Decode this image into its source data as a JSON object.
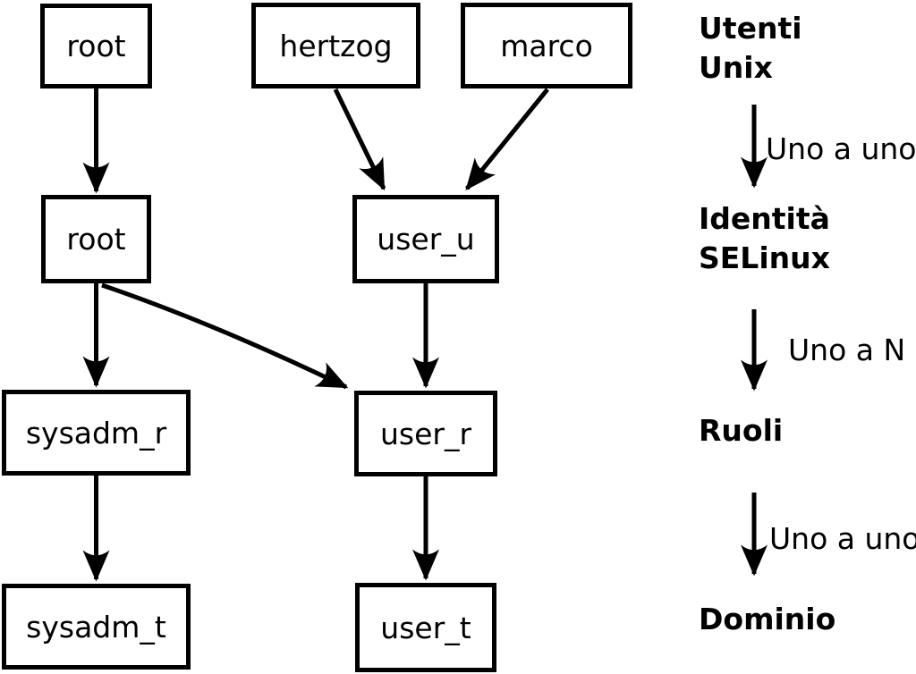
{
  "diagram": {
    "background": "#ffffff",
    "foreground": "#000000",
    "nodes": [
      {
        "id": "root_unix",
        "label": "root",
        "level": "Utenti Unix"
      },
      {
        "id": "hertzog",
        "label": "hertzog",
        "level": "Utenti Unix"
      },
      {
        "id": "marco",
        "label": "marco",
        "level": "Utenti Unix"
      },
      {
        "id": "root_selinux",
        "label": "root",
        "level": "Identità SELinux"
      },
      {
        "id": "user_u",
        "label": "user_u",
        "level": "Identità SELinux"
      },
      {
        "id": "sysadm_r",
        "label": "sysadm_r",
        "level": "Ruoli"
      },
      {
        "id": "user_r",
        "label": "user_r",
        "level": "Ruoli"
      },
      {
        "id": "sysadm_t",
        "label": "sysadm_t",
        "level": "Dominio"
      },
      {
        "id": "user_t",
        "label": "user_t",
        "level": "Dominio"
      }
    ],
    "edges": [
      {
        "from": "root_unix",
        "to": "root_selinux"
      },
      {
        "from": "hertzog",
        "to": "user_u"
      },
      {
        "from": "marco",
        "to": "user_u"
      },
      {
        "from": "root_selinux",
        "to": "sysadm_r"
      },
      {
        "from": "root_selinux",
        "to": "user_r"
      },
      {
        "from": "user_u",
        "to": "user_r"
      },
      {
        "from": "sysadm_r",
        "to": "sysadm_t"
      },
      {
        "from": "user_r",
        "to": "user_t"
      }
    ],
    "legend": {
      "sections": [
        {
          "lines": [
            "Utenti",
            "Unix"
          ]
        },
        {
          "lines": [
            "Identità",
            "SELinux"
          ]
        },
        {
          "lines": [
            "Ruoli"
          ]
        },
        {
          "lines": [
            "Dominio"
          ]
        }
      ],
      "relations": [
        {
          "label": "Uno a uno"
        },
        {
          "label": "Uno a N"
        },
        {
          "label": "Uno a uno"
        }
      ]
    }
  }
}
